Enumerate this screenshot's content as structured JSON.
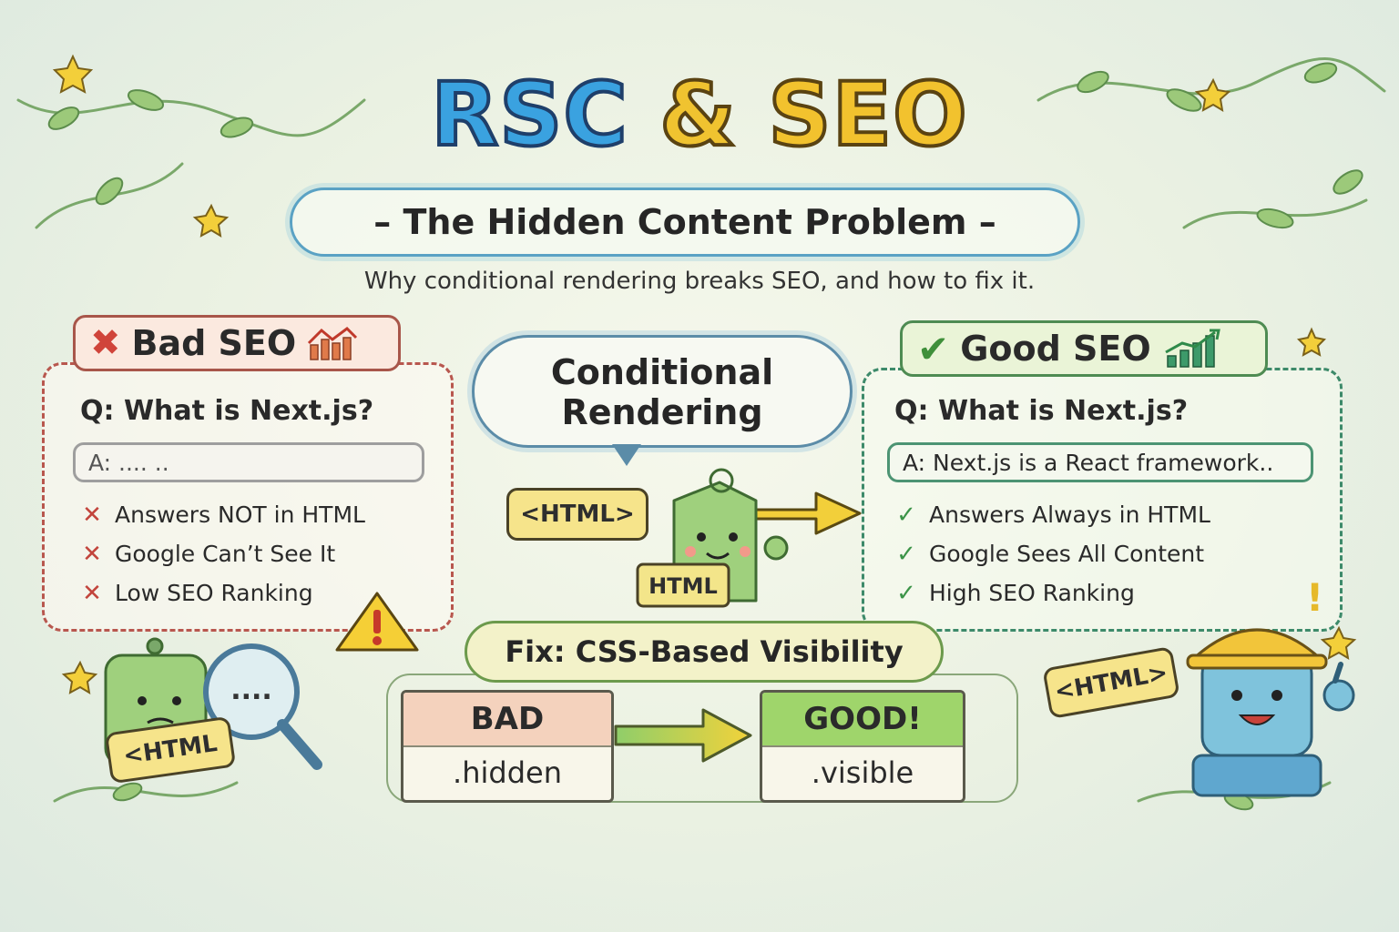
{
  "title": {
    "part1": "RSC",
    "part2": "&",
    "part3": "SEO"
  },
  "subtitle": "– The Hidden Content Problem –",
  "tagline": "Why conditional rendering breaks SEO, and how to fix it.",
  "bad_panel": {
    "heading": "Bad SEO",
    "question": "Q:  What is Next.js?",
    "answer": "A: ....                         ..",
    "items": [
      "Answers NOT in HTML",
      "Google Can’t See It",
      "Low SEO Ranking"
    ]
  },
  "good_panel": {
    "heading": "Good SEO",
    "question": "Q:  What is Next.js?",
    "answer": "A: Next.js is a React framework..",
    "items": [
      "Answers Always in HTML",
      "Google Sees All Content",
      "High SEO Ranking"
    ]
  },
  "center": {
    "cloud_line1": "Conditional",
    "cloud_line2": "Rendering",
    "html_tag": "<HTML>",
    "mascot_tag": "HTML"
  },
  "mascots": {
    "left_tag": "<HTML",
    "left_bubble": "....",
    "right_tag": "<HTML>"
  },
  "fix": {
    "label": "Fix: CSS-Based Visibility",
    "bad_head": "BAD",
    "bad_code": ".hidden",
    "good_head": "GOOD!",
    "good_code": ".visible"
  },
  "colors": {
    "rsc_blue": "#3aa2e0",
    "seo_yellow": "#f2c22e",
    "bad_red": "#c2443c",
    "good_green": "#3c9448"
  }
}
